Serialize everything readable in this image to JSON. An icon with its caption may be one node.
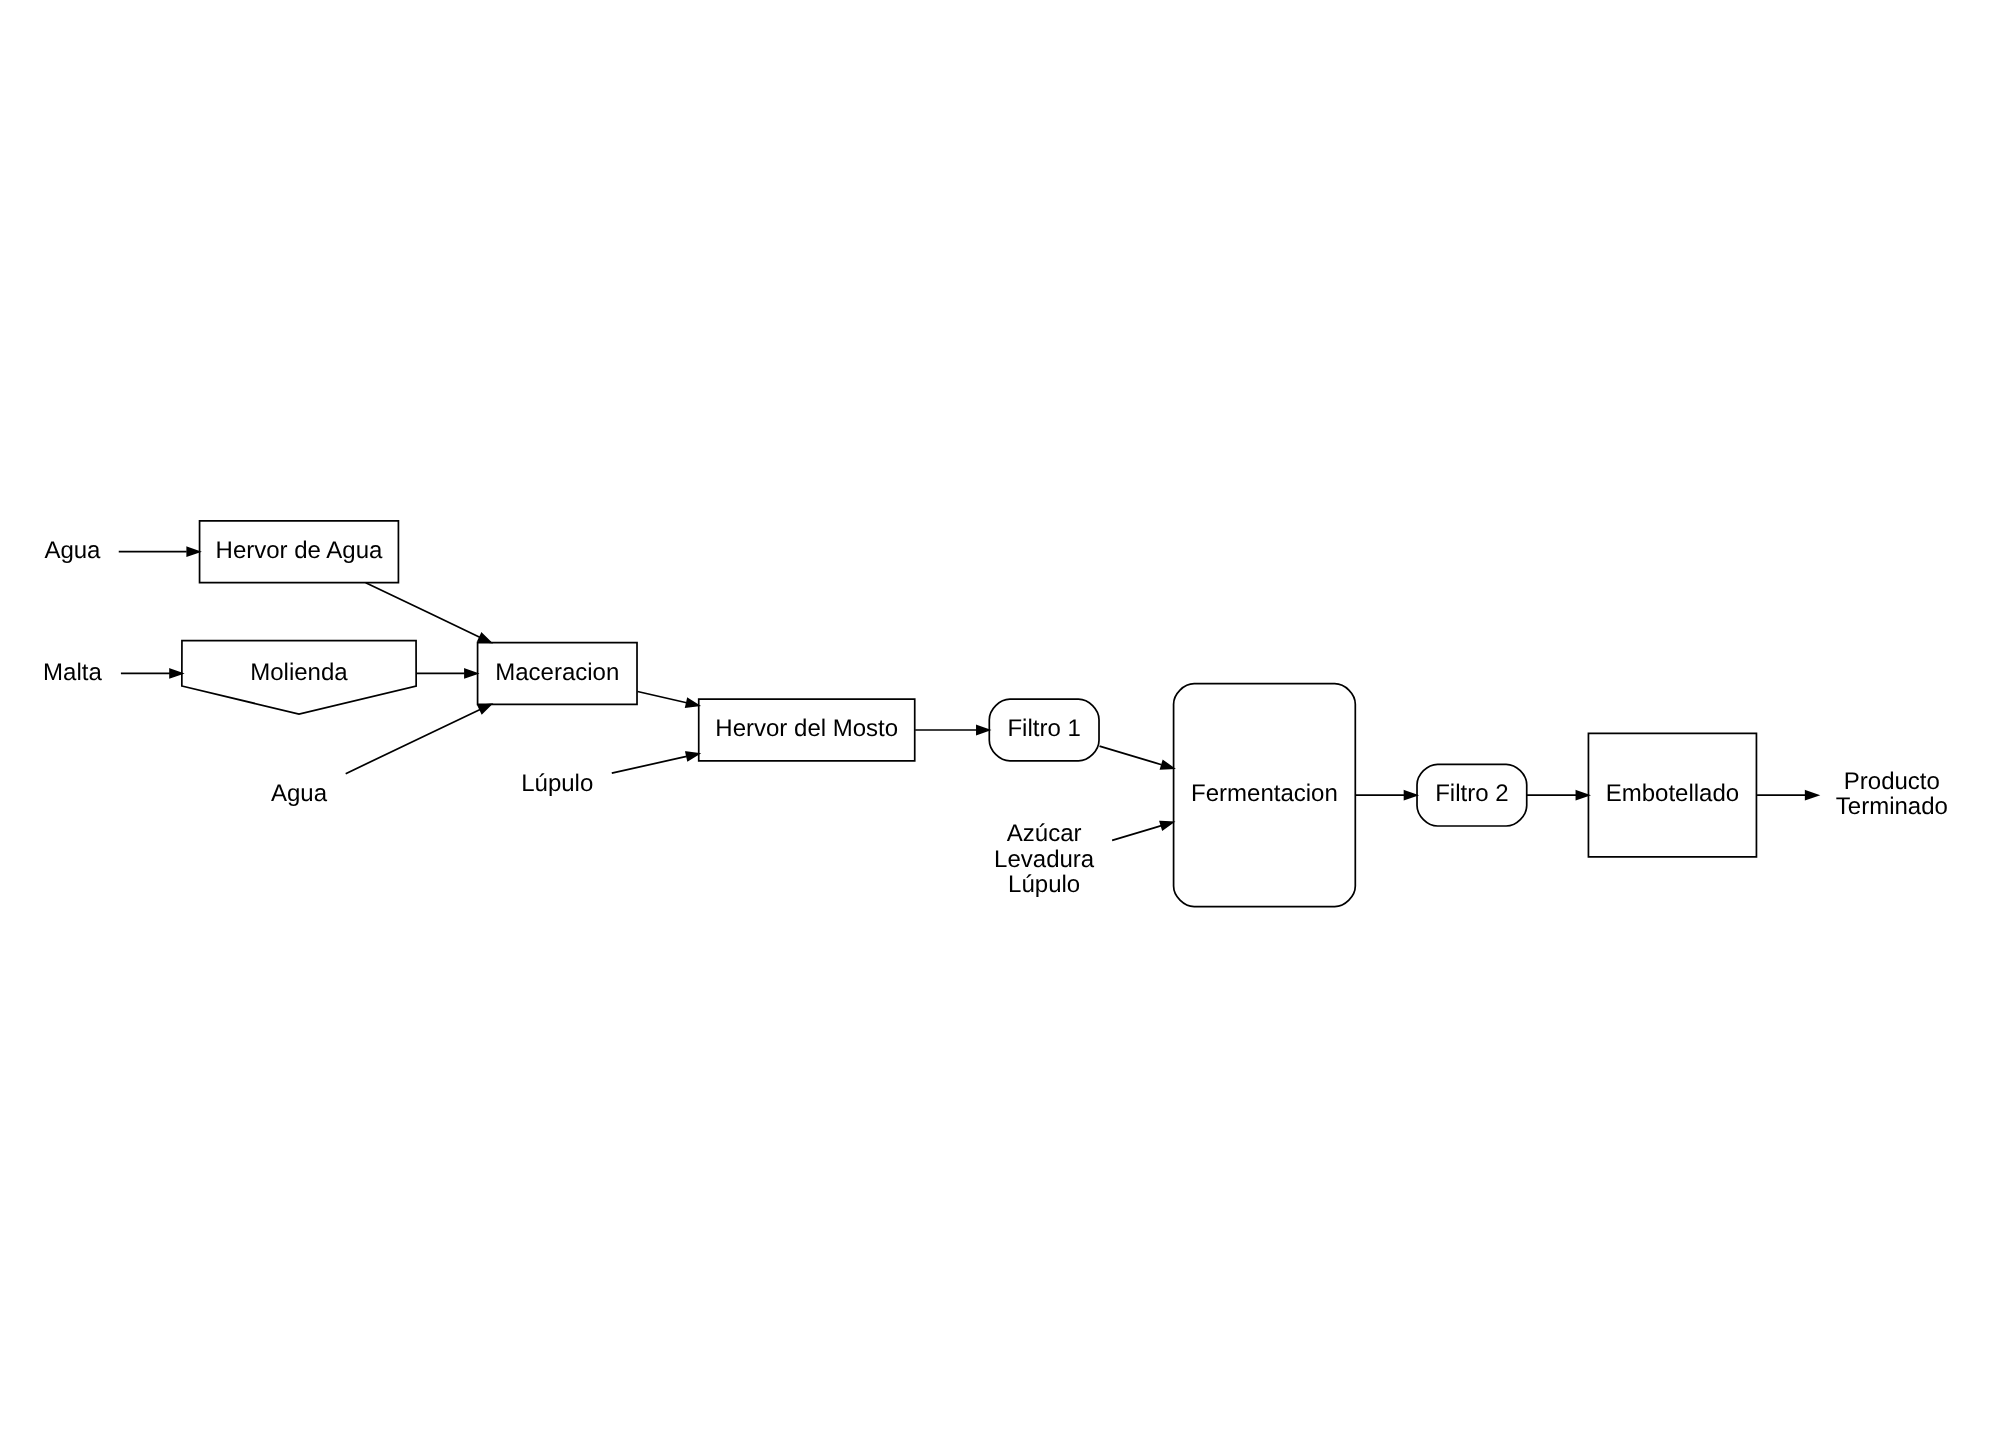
{
  "diagram": {
    "nodes": [
      {
        "text": [
          "Agua"
        ]
      },
      {
        "text": [
          "Hervor de Agua"
        ]
      },
      {
        "text": [
          "Malta"
        ]
      },
      {
        "text": [
          "Molienda"
        ]
      },
      {
        "text": [
          "Agua"
        ]
      },
      {
        "text": [
          "Maceracion"
        ]
      },
      {
        "text": [
          "Lúpulo"
        ]
      },
      {
        "text": [
          "Hervor del Mosto"
        ]
      },
      {
        "text": [
          "Azúcar Levadura Lúpulo"
        ]
      },
      {
        "text": [
          "Filtro 1"
        ]
      },
      {
        "text": [
          "Fermentacion"
        ]
      },
      {
        "text": [
          "Filtro 2"
        ]
      },
      {
        "text": [
          "Embotellado"
        ]
      },
      {
        "text": [
          "Producto Terminado"
        ]
      }
    ],
    "edges": [
      {
        "from": 0,
        "to": 1,
        "arrow": "to"
      },
      {
        "from": 1,
        "to": 5,
        "arrow": "to"
      },
      {
        "from": 2,
        "to": 3,
        "arrow": "to"
      },
      {
        "from": 3,
        "to": 5,
        "arrow": "to"
      },
      {
        "from": 4,
        "to": 5,
        "arrow": "to"
      },
      {
        "from": 5,
        "to": 7,
        "arrow": "to"
      },
      {
        "from": 6,
        "to": 7,
        "arrow": "to"
      },
      {
        "from": 7,
        "to": 9,
        "arrow": "to"
      },
      {
        "from": 8,
        "to": 10,
        "arrow": "to"
      },
      {
        "from": 9,
        "to": 10,
        "arrow": "to"
      },
      {
        "from": 10,
        "to": 11,
        "arrow": "to"
      },
      {
        "from": 11,
        "to": 12,
        "arrow": "to"
      },
      {
        "from": 12,
        "to": 13,
        "arrow": "to"
      }
    ]
  }
}
